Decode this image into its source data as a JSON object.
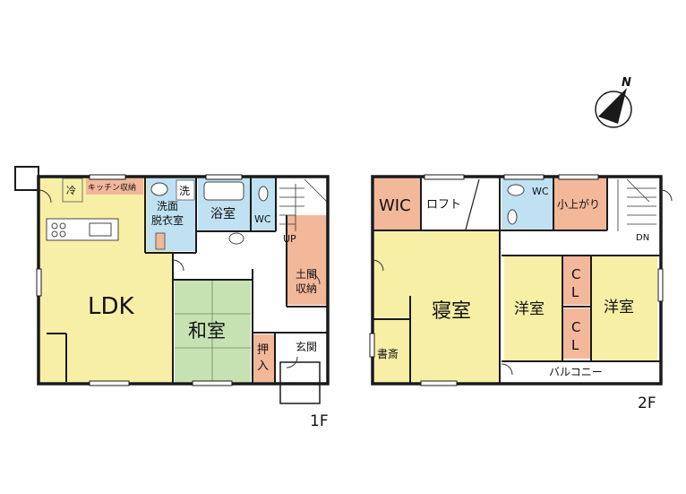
{
  "floor1": {
    "caption": "1F",
    "rooms": {
      "ldk": "LDK",
      "washitsu": "和室",
      "kitchen_storage": "キッチン収納",
      "fridge": "冷",
      "washroom_line1": "洗面",
      "washroom_line2": "脱衣室",
      "washer": "洗",
      "bath": "浴室",
      "wc": "WC",
      "up": "UP",
      "doma_line1": "土間",
      "doma_line2": "収納",
      "oshiire_line1": "押",
      "oshiire_line2": "入",
      "genkan": "玄関"
    }
  },
  "floor2": {
    "caption": "2F",
    "rooms": {
      "wic": "WIC",
      "loft": "ロフト",
      "wc": "WC",
      "koagari": "小上がり",
      "dn": "DN",
      "shinshitsu": "寝室",
      "shosai": "書斎",
      "youshitsu_a": "洋室",
      "youshitsu_b": "洋室",
      "cl_a_line1": "C",
      "cl_a_line2": "L",
      "cl_b_line1": "C",
      "cl_b_line2": "L",
      "balcony": "バルコニー"
    }
  },
  "compass": {
    "label": "N"
  },
  "colors": {
    "wall": "#1a1a1a",
    "yellow": "#f7efa5",
    "blue": "#bfe1f2",
    "orange": "#f3b79a",
    "green": "#c6e2b3",
    "white": "#ffffff",
    "stair": "#ffffff"
  }
}
